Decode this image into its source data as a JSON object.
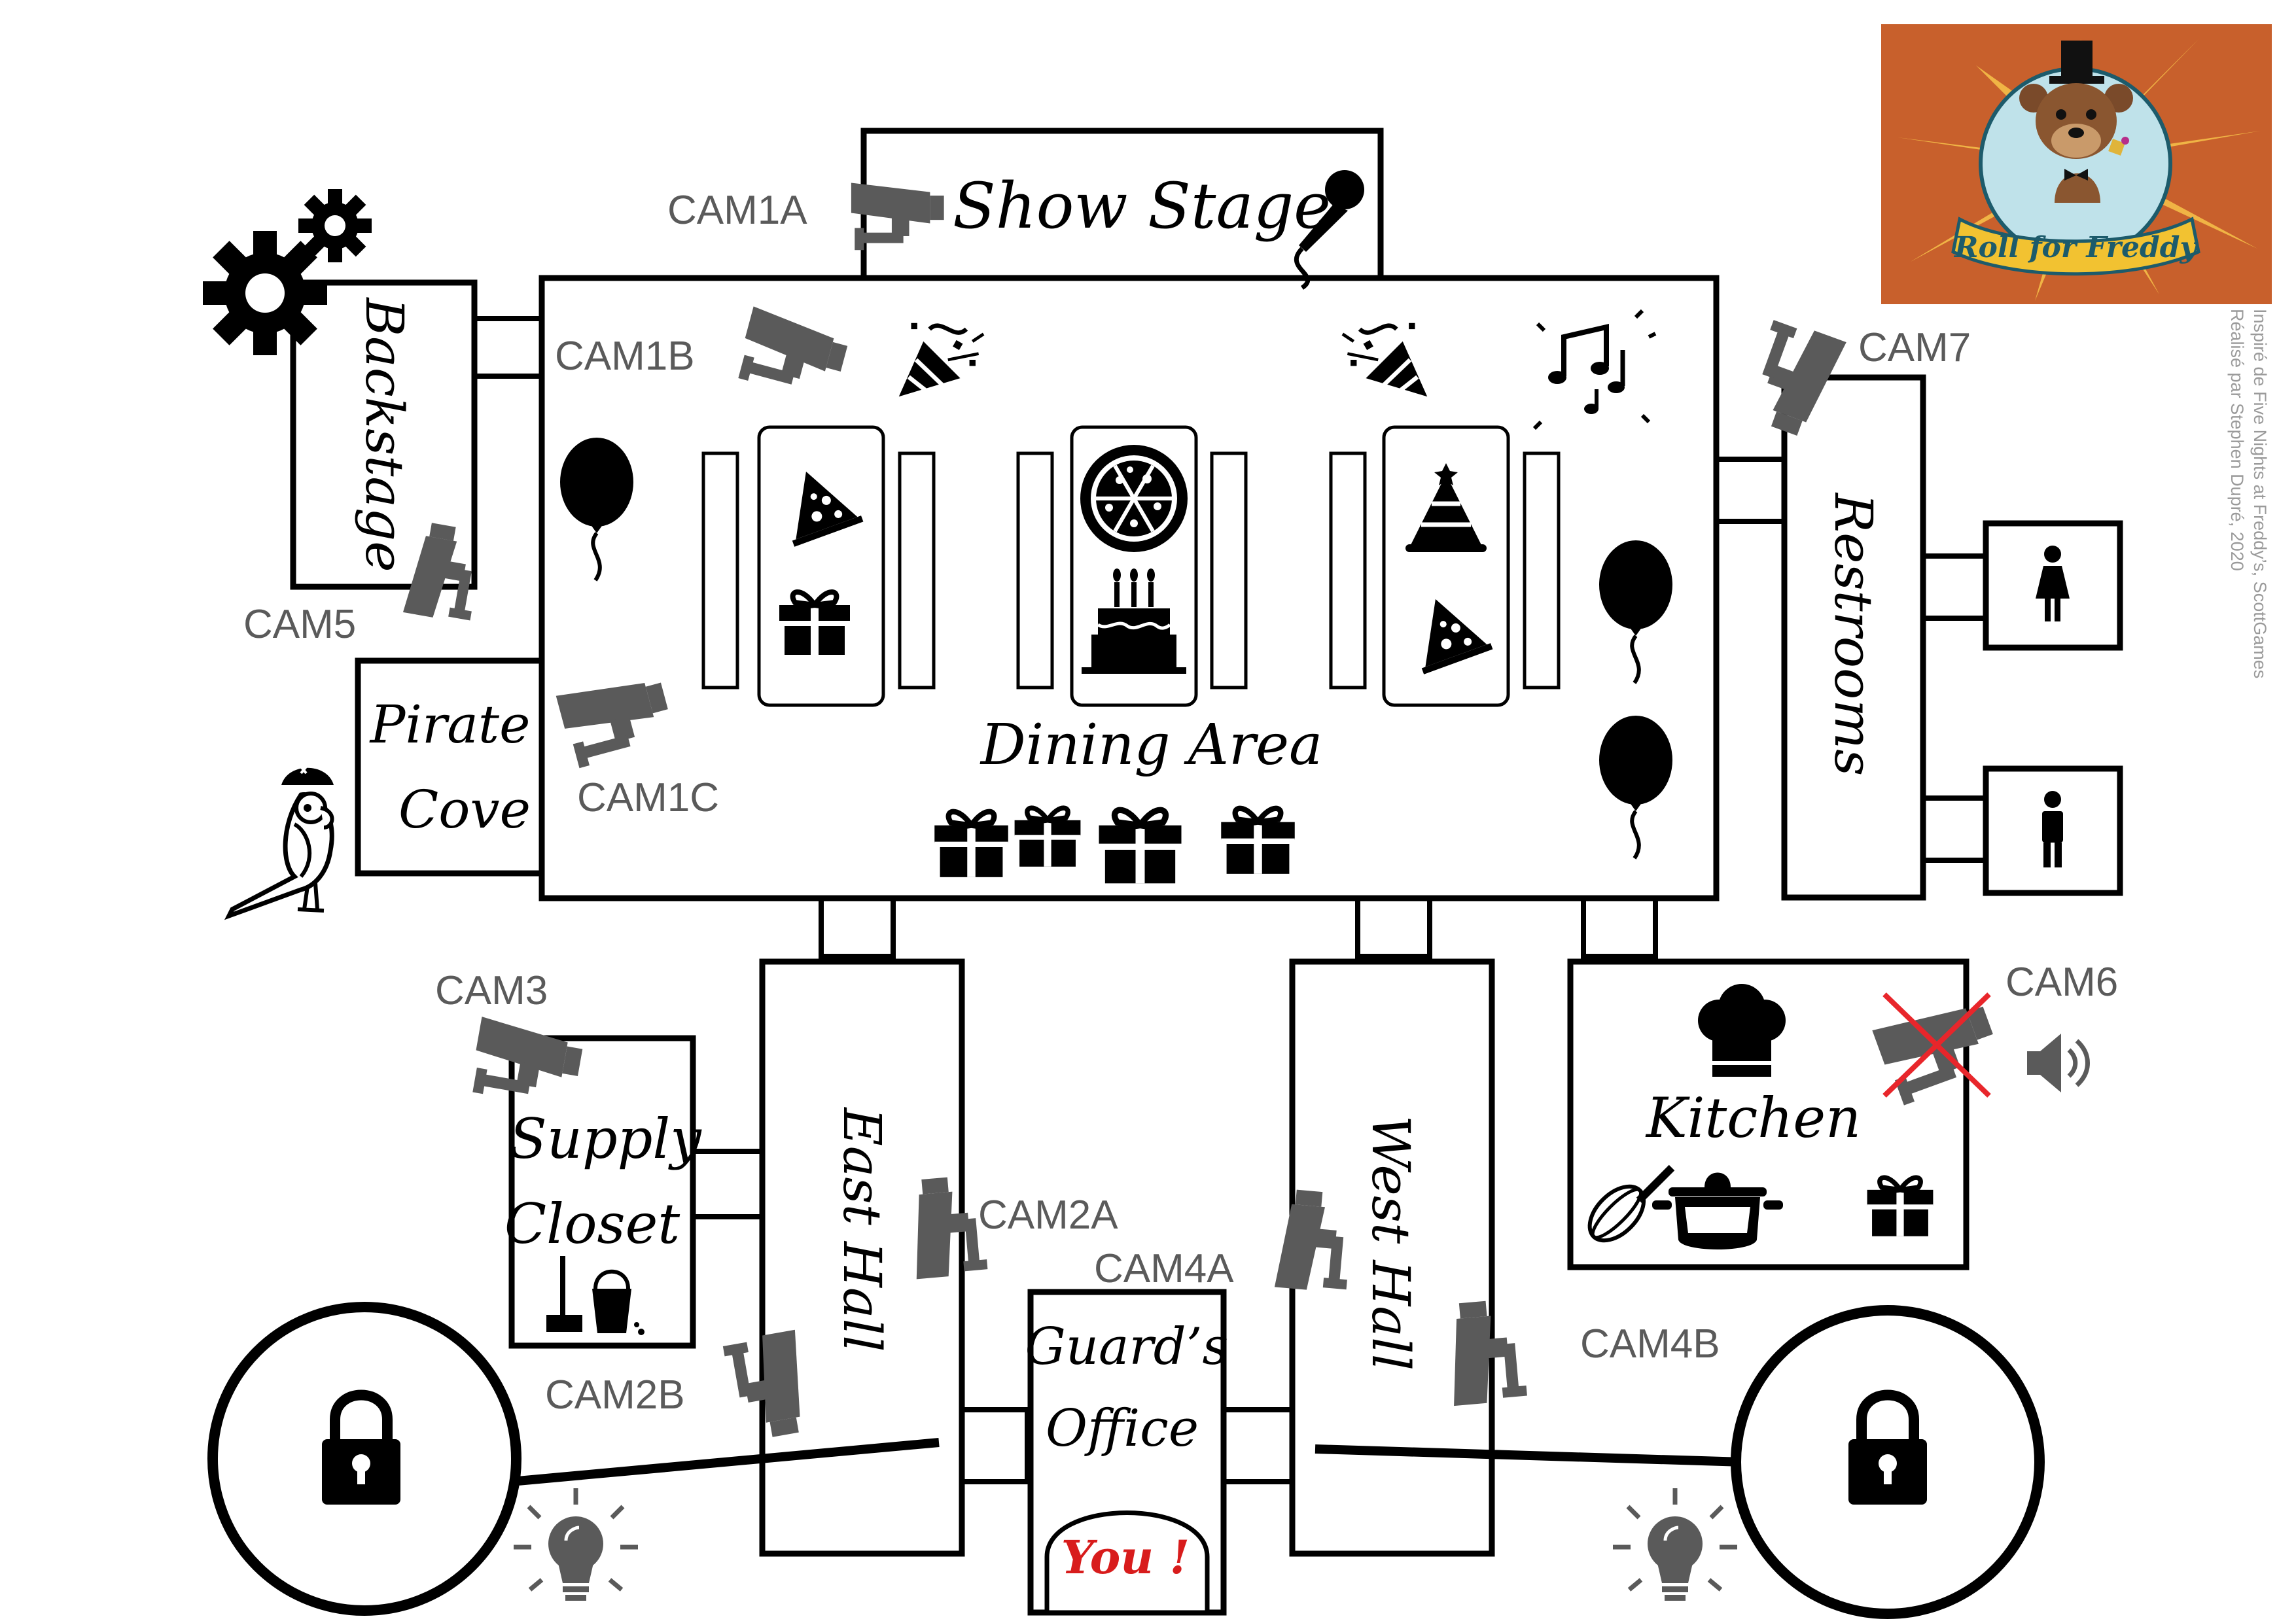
{
  "rooms": {
    "show_stage": "Show Stage",
    "dining_area": "Dining Area",
    "backstage": "Backstage",
    "pirate_cove_line1": "Pirate",
    "pirate_cove_line2": "Cove",
    "restrooms": "Restrooms",
    "supply_closet_line1": "Supply",
    "supply_closet_line2": "Closet",
    "east_hall": "East Hall",
    "west_hall": "West Hall",
    "kitchen": "Kitchen",
    "guards_office_line1": "Guard’s",
    "guards_office_line2": "Office",
    "you": "You !"
  },
  "cameras": {
    "cam1a": "CAM1A",
    "cam1b": "CAM1B",
    "cam1c": "CAM1C",
    "cam2a": "CAM2A",
    "cam2b": "CAM2B",
    "cam3": "CAM3",
    "cam4a": "CAM4A",
    "cam4b": "CAM4B",
    "cam5": "CAM5",
    "cam6": "CAM6",
    "cam7": "CAM7"
  },
  "logo": {
    "text": "Roll for Freddy"
  },
  "credits": {
    "line1": "Inspiré de Five Nights at Freddy’s, ScottGames",
    "line2": "Réalisé par Stephen Dupré, 2020"
  },
  "icons": [
    "camera-icon",
    "gear-icon",
    "balloon-icon",
    "party-popper-icon",
    "music-notes-icon",
    "pizza-slice-icon",
    "pizza-icon",
    "gift-icon",
    "birthday-cake-icon",
    "party-hat-icon",
    "parrot-icon",
    "restroom-woman-icon",
    "restroom-man-icon",
    "chef-hat-icon",
    "whisk-icon",
    "pot-icon",
    "mop-bucket-icon",
    "speaker-icon",
    "lock-icon",
    "lightbulb-icon",
    "microphone-icon"
  ],
  "colors": {
    "camera": "#5a5a5a",
    "disabled_mark": "#e8262b",
    "you_text": "#d81c1c",
    "logo_background": "#c8602c",
    "logo_star": "#f0b445",
    "logo_ribbon": "#f2c231"
  }
}
